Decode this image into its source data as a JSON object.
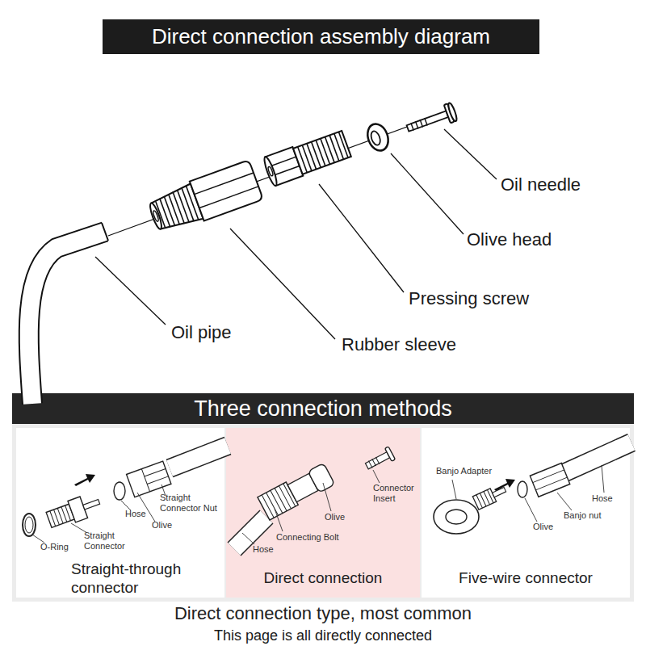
{
  "diagram": {
    "title": "Direct connection assembly diagram",
    "caption": "Direct connection type, most common",
    "nodes": [
      {
        "text": [
          "Three connection methods"
        ]
      },
      {
        "text": [
          "Straight-through connector"
        ],
        "in": 0
      },
      {
        "text": [
          "Direct connection"
        ],
        "in": 0
      },
      {
        "text": [
          "Five-wire connector"
        ],
        "in": 0
      }
    ],
    "labels": [
      "Oil needle",
      "Olive head",
      "Pressing screw",
      "Oil pipe",
      "Rubber sleeve",
      "O-Ring",
      "Straight Connector",
      "Hose",
      "Olive",
      "Straight Connector Nut",
      "Connector Insert",
      "Olive",
      "Connecting Bolt",
      "Hose",
      "Banjo Adapter",
      "Hose",
      "Banjo nut",
      "Olive",
      "This page is all directly connected"
    ]
  }
}
